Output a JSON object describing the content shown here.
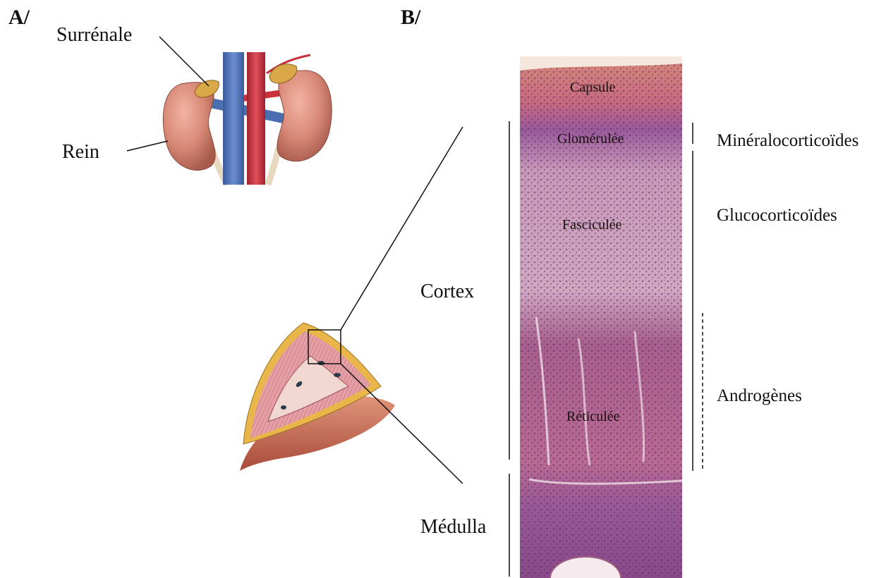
{
  "panels": {
    "a_label": "A/",
    "b_label": "B/"
  },
  "panel_a": {
    "adrenal_label": "Surrénale",
    "kidney_label": "Rein"
  },
  "histology": {
    "capsule": "Capsule",
    "glomerulosa": "Glomérulée",
    "fasciculata": "Fasciculée",
    "reticularis": "Réticulée"
  },
  "regions": {
    "cortex": "Cortex",
    "medulla": "Médulla"
  },
  "hormones": {
    "mineralocorticoids": "Minéralocorticoïdes",
    "glucocorticoids": "Glucocorticoïdes",
    "androgens": "Androgènes"
  },
  "colors": {
    "kidney": "#d98a78",
    "vein": "#4a6fb0",
    "artery": "#c8303a",
    "adrenal_gland": "#d9a848",
    "tissue_pink": "#c87a9a",
    "tissue_purple": "#8a4a8a",
    "capsule": "#d89080"
  }
}
